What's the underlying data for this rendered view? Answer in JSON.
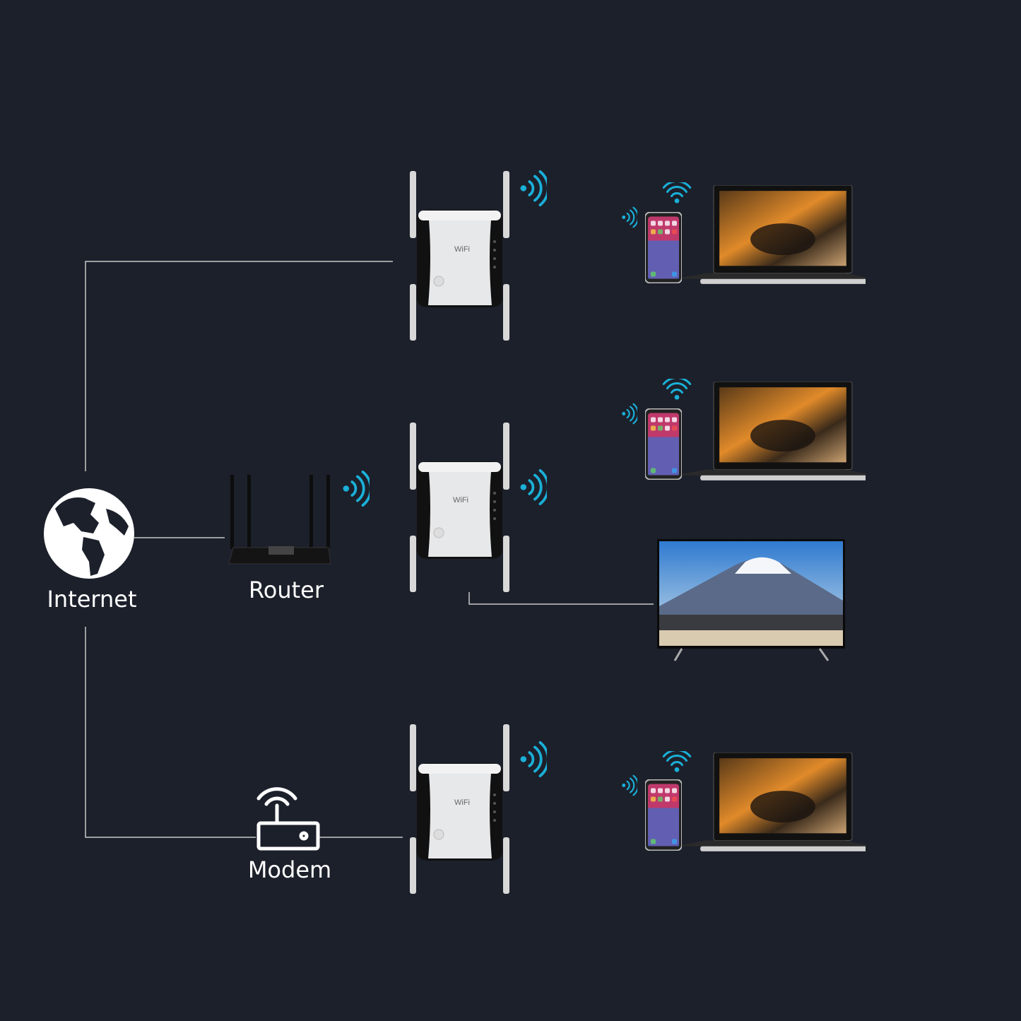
{
  "labels": {
    "internet": "Internet",
    "router": "Router",
    "modem": "Modem",
    "extender_logo": "WiFi"
  },
  "colors": {
    "background": "#1c202b",
    "signal": "#1ab0d8",
    "line": "#c8c8c8",
    "extender_body": "#e6e8ea"
  },
  "icons": {
    "internet": "globe-icon",
    "modem": "modem-icon",
    "signal": "wifi-signal-icon"
  }
}
